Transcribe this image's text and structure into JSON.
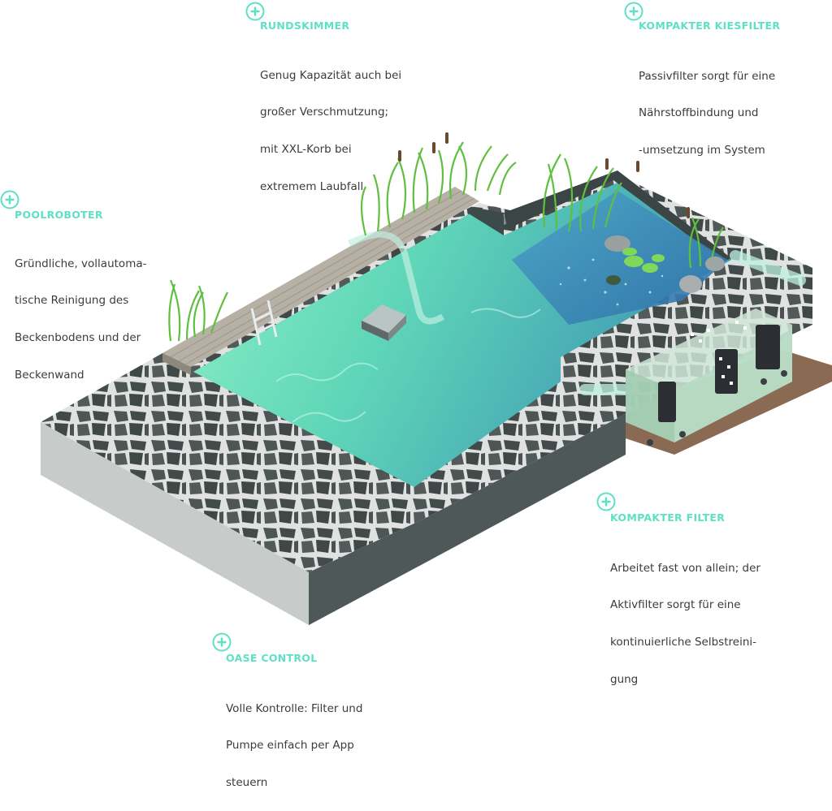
{
  "accent_color": "#5fe0c5",
  "text_color": "#3b3b3b",
  "callouts": {
    "rundskimmer": {
      "icon": "plus-circle-icon",
      "title": "RUNDSKIMMER",
      "lines": [
        "Genug Kapazität auch bei",
        "großer Verschmutzung;",
        "mit XXL-Korb bei",
        "extremem Laubfall"
      ]
    },
    "kiesfilter": {
      "icon": "plus-circle-icon",
      "title": "KOMPAKTER KIESFILTER",
      "lines": [
        "Passivfilter sorgt für eine",
        "Nährstoffbindung und",
        "-umsetzung im System"
      ]
    },
    "poolroboter": {
      "icon": "plus-circle-icon",
      "title": "POOLROBOTER",
      "lines": [
        "Gründliche, vollautoma-",
        "tische Reinigung des",
        "Beckenbodens und der",
        "Beckenwand"
      ]
    },
    "kompakter_filter": {
      "icon": "plus-circle-icon",
      "title": "KOMPAKTER FILTER",
      "lines": [
        "Arbeitet fast von allein; der",
        "Aktivfilter sorgt für eine",
        "kontinuierliche Selbstreini-",
        "gung"
      ]
    },
    "oase_control": {
      "icon": "plus-circle-icon",
      "title": "OASE CONTROL",
      "lines": [
        "Volle Kontrolle: Filter und",
        "Pumpe einfach per App",
        "steuern"
      ]
    }
  }
}
